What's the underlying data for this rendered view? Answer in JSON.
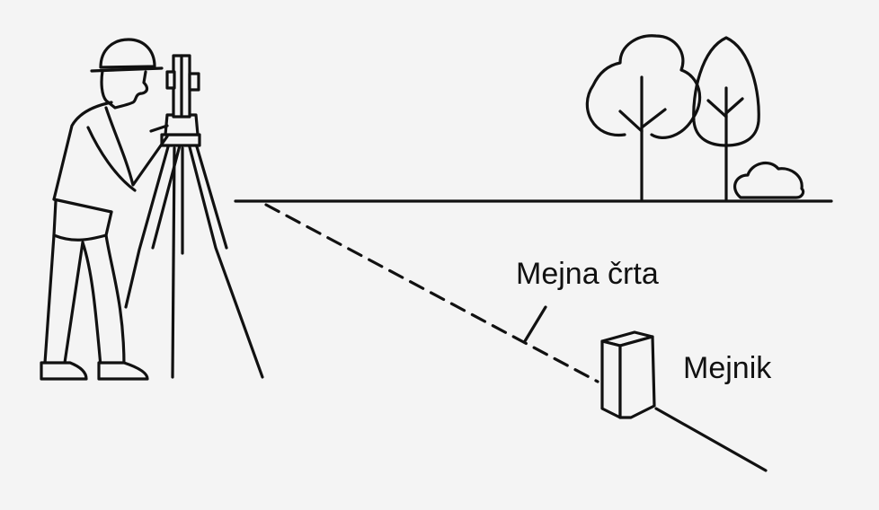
{
  "labels": {
    "boundary_line": "Mejna črta",
    "boundary_marker": "Mejnik"
  },
  "icons": [
    "surveyor-figure",
    "total-station-icon",
    "tripod-icon",
    "deciduous-tree-icon",
    "poplar-tree-icon",
    "bush-icon",
    "boundary-marker-icon"
  ],
  "colors": {
    "background": "#f4f4f4",
    "stroke": "#111111"
  }
}
